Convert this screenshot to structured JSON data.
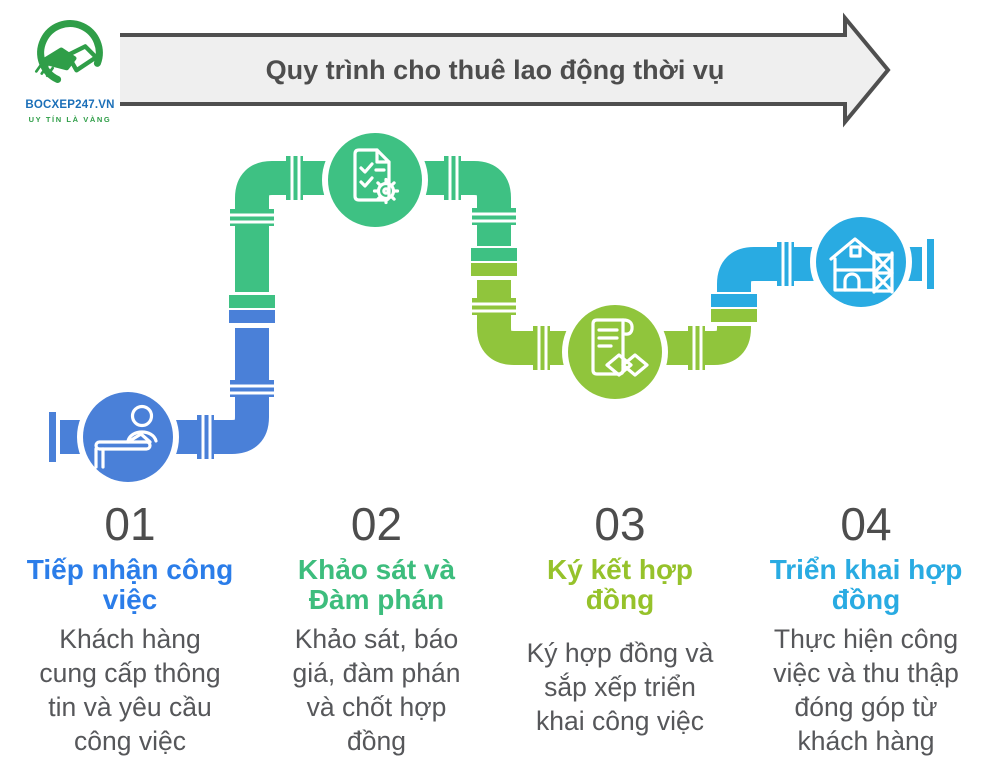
{
  "logo": {
    "brand": "BOCXEP247.VN",
    "tagline": "UY TÍN LÀ VÀNG",
    "emblem_icon": "handshake-circle-icon"
  },
  "banner": {
    "title": "Quy trình cho thuê lao động thời vụ",
    "shape": "right-arrow-banner",
    "fill": "#efefef",
    "stroke": "#4f4f4f",
    "text_color": "#4d4d4d"
  },
  "palette": {
    "pipe_blue": "#4a80d8",
    "pipe_green": "#3ec183",
    "pipe_lime": "#90c53c",
    "pipe_cyan": "#29abe2",
    "number_gray": "#4d4d4d",
    "body_gray": "#56575a",
    "step1_title_color": "#2b7de9",
    "step2_title_color": "#3dbd7d",
    "step3_title_color": "#96c22b",
    "step4_title_color": "#29abe2",
    "logo_blue": "#1b6fb8",
    "logo_green": "#2f9e48"
  },
  "steps": [
    {
      "number": "01",
      "title": "Tiếp nhận công\nviệc",
      "description": "Khách hàng\ncung cấp thông\ntin và yêu cầu\ncông việc",
      "icon": "reception-desk-icon",
      "node_color": "#4a80d8"
    },
    {
      "number": "02",
      "title": "Khảo sát và\nĐàm phán",
      "description": "Khảo sát, báo\ngiá, đàm phán\nvà chốt hợp\nđồng",
      "icon": "survey-checklist-gear-icon",
      "node_color": "#3ec183"
    },
    {
      "number": "03",
      "title": "Ký kết hợp\nđồng",
      "description": "Ký hợp đồng và\nsắp xếp triển\nkhai công việc",
      "icon": "contract-handshake-icon",
      "node_color": "#90c53c"
    },
    {
      "number": "04",
      "title": "Triển khai hợp\nđồng",
      "description": "Thực hiện công\nviệc và thu thập\nđóng góp từ\nkhách hàng",
      "icon": "construction-house-icon",
      "node_color": "#29abe2"
    }
  ]
}
